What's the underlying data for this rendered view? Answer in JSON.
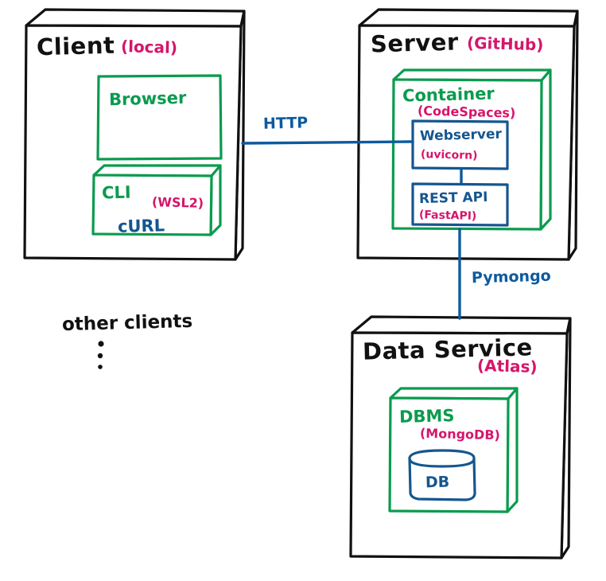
{
  "diagram": {
    "style": "hand-drawn whiteboard sketch",
    "colors": {
      "outline_black": "#111111",
      "green": "#0a9b4e",
      "magenta": "#d6156b",
      "blue": "#15568f",
      "connector_blue": "#0d5a9e",
      "background": "#ffffff"
    },
    "nodes": {
      "client": {
        "title": "Client",
        "annotation": "(local)",
        "children": {
          "browser": {
            "label": "Browser"
          },
          "cli": {
            "label": "CLI",
            "annotation": "(WSL2)",
            "tool": "cURL"
          }
        }
      },
      "server": {
        "title": "Server",
        "annotation": "(GitHub)",
        "children": {
          "container": {
            "label": "Container",
            "annotation": "(CodeSpaces)",
            "children": {
              "webserver": {
                "label": "Webserver",
                "annotation": "(uvicorn)"
              },
              "rest_api": {
                "label": "REST API",
                "annotation": "(FastAPI)"
              }
            }
          }
        }
      },
      "data_service": {
        "title": "Data Service",
        "annotation": "(Atlas)",
        "children": {
          "dbms": {
            "label": "DBMS",
            "annotation": "(MongoDB)",
            "children": {
              "db": {
                "label": "DB"
              }
            }
          }
        }
      }
    },
    "connectors": {
      "client_to_server": {
        "label": "HTTP",
        "from": "Client",
        "to": "Webserver"
      },
      "server_to_data": {
        "label": "Pymongo",
        "from": "REST API",
        "to": "Data Service"
      },
      "webserver_to_rest": {
        "label": "",
        "from": "Webserver",
        "to": "REST API"
      }
    },
    "notes": {
      "other_clients": {
        "label": "other clients",
        "ellipsis": "vertical-dots"
      }
    }
  }
}
